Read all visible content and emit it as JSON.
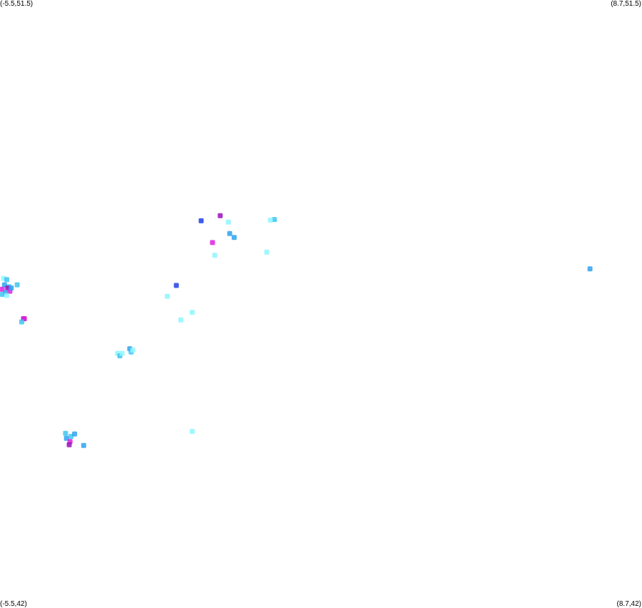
{
  "corners": {
    "top_left": "(-5.5,51.5)",
    "top_right": "(8.7,51.5)",
    "bottom_left": "(-5.5,42)",
    "bottom_right": "(8.7,42)"
  },
  "bounds": {
    "lon_min": -5.5,
    "lon_max": 8.7,
    "lat_min": 42,
    "lat_max": 51.5
  },
  "colors": {
    "light_cyan": "#8ef6ff",
    "cyan": "#3fc6f0",
    "sky_blue": "#2fa2ee",
    "blue": "#1f3fe8",
    "magenta": "#dd22dd",
    "purple": "#9911bb"
  },
  "points": [
    {
      "lon": -5.42,
      "lat": 47.15,
      "color": "light_cyan"
    },
    {
      "lon": -5.35,
      "lat": 47.13,
      "color": "cyan"
    },
    {
      "lon": -5.4,
      "lat": 47.05,
      "color": "sky_blue"
    },
    {
      "lon": -5.3,
      "lat": 47.02,
      "color": "cyan"
    },
    {
      "lon": -5.45,
      "lat": 46.98,
      "color": "magenta"
    },
    {
      "lon": -5.33,
      "lat": 47.0,
      "color": "purple"
    },
    {
      "lon": -5.28,
      "lat": 46.95,
      "color": "magenta"
    },
    {
      "lon": -5.38,
      "lat": 46.93,
      "color": "sky_blue"
    },
    {
      "lon": -5.45,
      "lat": 46.9,
      "color": "cyan"
    },
    {
      "lon": -5.35,
      "lat": 46.88,
      "color": "light_cyan"
    },
    {
      "lon": -5.25,
      "lat": 47.0,
      "color": "sky_blue"
    },
    {
      "lon": -5.12,
      "lat": 47.05,
      "color": "cyan"
    },
    {
      "lon": -4.98,
      "lat": 46.52,
      "color": "purple"
    },
    {
      "lon": -4.96,
      "lat": 46.52,
      "color": "magenta"
    },
    {
      "lon": -5.02,
      "lat": 46.47,
      "color": "cyan"
    },
    {
      "lon": -2.9,
      "lat": 45.98,
      "color": "light_cyan"
    },
    {
      "lon": -2.85,
      "lat": 45.94,
      "color": "cyan"
    },
    {
      "lon": -2.8,
      "lat": 45.98,
      "color": "light_cyan"
    },
    {
      "lon": -2.63,
      "lat": 46.05,
      "color": "sky_blue"
    },
    {
      "lon": -2.6,
      "lat": 46.0,
      "color": "cyan"
    },
    {
      "lon": -2.56,
      "lat": 46.03,
      "color": "light_cyan"
    },
    {
      "lon": -1.8,
      "lat": 46.87,
      "color": "light_cyan"
    },
    {
      "lon": -1.5,
      "lat": 46.5,
      "color": "light_cyan"
    },
    {
      "lon": -1.25,
      "lat": 46.62,
      "color": "light_cyan"
    },
    {
      "lon": -1.6,
      "lat": 47.04,
      "color": "blue"
    },
    {
      "lon": -1.05,
      "lat": 48.05,
      "color": "blue"
    },
    {
      "lon": -0.63,
      "lat": 48.13,
      "color": "purple"
    },
    {
      "lon": -0.8,
      "lat": 47.71,
      "color": "magenta"
    },
    {
      "lon": -0.42,
      "lat": 47.85,
      "color": "sky_blue"
    },
    {
      "lon": -0.45,
      "lat": 48.03,
      "color": "light_cyan"
    },
    {
      "lon": -0.32,
      "lat": 47.79,
      "color": "sky_blue"
    },
    {
      "lon": -0.75,
      "lat": 47.51,
      "color": "light_cyan"
    },
    {
      "lon": 0.4,
      "lat": 47.56,
      "color": "light_cyan"
    },
    {
      "lon": 0.57,
      "lat": 48.07,
      "color": "cyan"
    },
    {
      "lon": 0.48,
      "lat": 48.06,
      "color": "light_cyan"
    },
    {
      "lon": -4.05,
      "lat": 44.73,
      "color": "cyan"
    },
    {
      "lon": -4.03,
      "lat": 44.65,
      "color": "sky_blue"
    },
    {
      "lon": -3.95,
      "lat": 44.6,
      "color": "magenta"
    },
    {
      "lon": -3.97,
      "lat": 44.55,
      "color": "purple"
    },
    {
      "lon": -3.93,
      "lat": 44.68,
      "color": "cyan"
    },
    {
      "lon": -3.85,
      "lat": 44.72,
      "color": "sky_blue"
    },
    {
      "lon": -3.65,
      "lat": 44.54,
      "color": "sky_blue"
    },
    {
      "lon": -1.25,
      "lat": 44.76,
      "color": "light_cyan"
    },
    {
      "lon": 7.55,
      "lat": 47.3,
      "color": "sky_blue"
    }
  ]
}
